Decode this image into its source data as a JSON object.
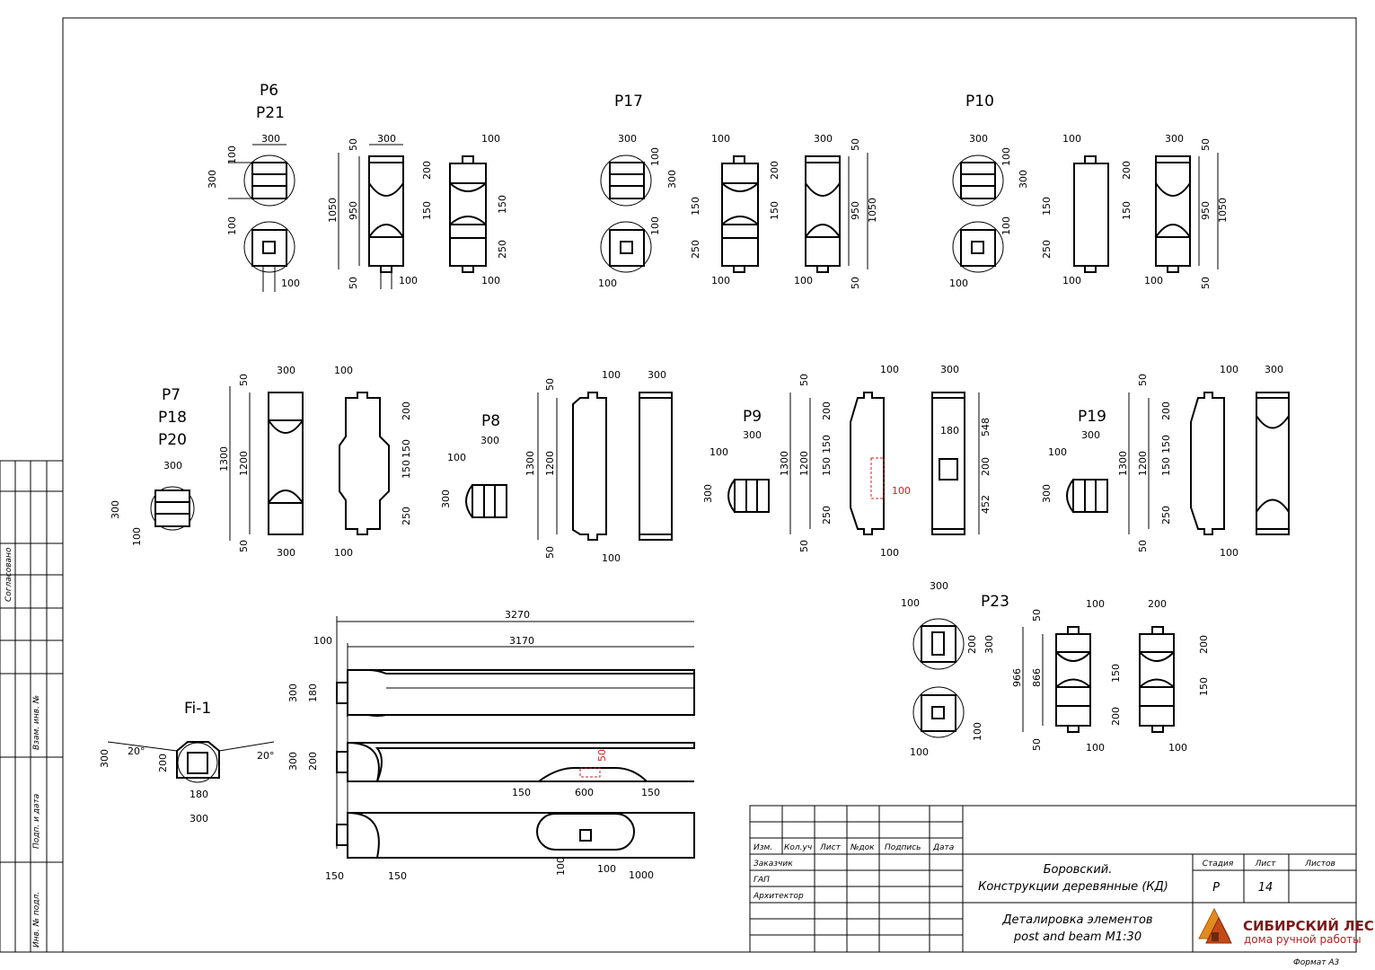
{
  "labels": {
    "p6": "P6",
    "p21": "P21",
    "p17": "P17",
    "p10": "P10",
    "p7": "P7",
    "p18": "P18",
    "p20": "P20",
    "p8": "P8",
    "p9": "P9",
    "p19": "P19",
    "p23": "P23",
    "fi1": "Fi-1"
  },
  "dims": {
    "d300": "300",
    "d100": "100",
    "d50": "50",
    "d150": "150",
    "d200": "200",
    "d250": "250",
    "d950": "950",
    "d1050": "1050",
    "d1200": "1200",
    "d1300": "1300",
    "d180": "180",
    "d548": "548",
    "d452": "452",
    "d866": "866",
    "d966": "966",
    "d3270": "3270",
    "d3170": "3170",
    "d600": "600",
    "d1000": "1000",
    "a20": "20°"
  },
  "side_stamp": {
    "agreed": "Согласовано",
    "vzam": "Взам. инв. №",
    "podp": "Подп. и дата",
    "inv": "Инв. № подл."
  },
  "title_block": {
    "col_izm": "Изм.",
    "col_kol": "Кол.уч",
    "col_list": "Лист",
    "col_doc": "№док",
    "col_podp": "Подпись",
    "col_date": "Дата",
    "role_customer": "Заказчик",
    "role_gap": "ГАП",
    "role_architect": "Архитектор",
    "project_line1": "Боровский.",
    "project_line2": "Конструкции деревянные (КД)",
    "stage_label": "Стадия",
    "sheet_label": "Лист",
    "sheets_label": "Листов",
    "stage_value": "Р",
    "sheet_value": "14",
    "drawing_line1": "Деталировка элементов",
    "drawing_line2": "post and beam M1:30",
    "logo_line1": "СИБИРСКИЙ ЛЕС",
    "logo_line2": "дома ручной работы",
    "format": "Формат А3"
  }
}
